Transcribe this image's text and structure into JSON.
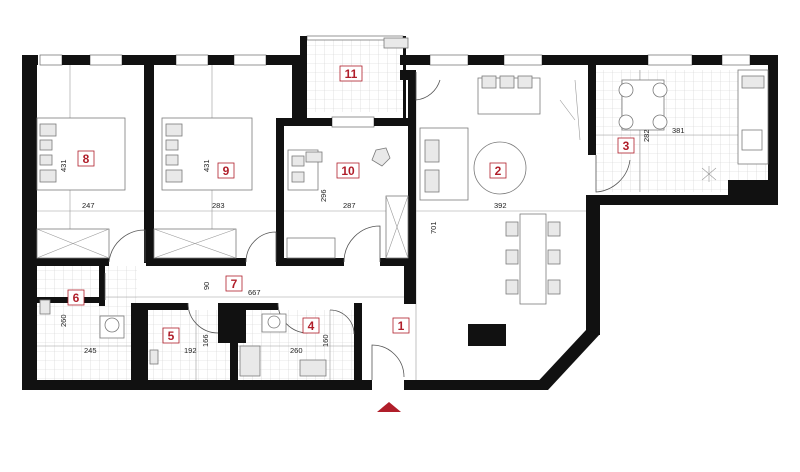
{
  "rooms": [
    {
      "id": "1"
    },
    {
      "id": "2"
    },
    {
      "id": "3"
    },
    {
      "id": "4"
    },
    {
      "id": "5"
    },
    {
      "id": "6"
    },
    {
      "id": "7"
    },
    {
      "id": "8"
    },
    {
      "id": "9"
    },
    {
      "id": "10"
    },
    {
      "id": "11"
    }
  ],
  "dimensions": {
    "r8_w": "247",
    "r8_h": "431",
    "r9_w": "283",
    "r9_h": "431",
    "r10_w": "287",
    "r10_h": "296",
    "r2_w": "392",
    "r2_h": "701",
    "r3_w": "381",
    "r3_h": "282",
    "r7_w": "667",
    "r7_h": "90",
    "r6_w": "245",
    "r6_h": "260",
    "r5_w": "192",
    "r5_h": "166",
    "r4_w": "260",
    "r4_h": "160"
  },
  "colors": {
    "wall": "#111111",
    "room_number": "#b01e2a",
    "entrance_marker": "#b01e2a",
    "tile": "#cfcfcf"
  },
  "icons": {
    "entrance": "entrance-arrow-icon"
  }
}
